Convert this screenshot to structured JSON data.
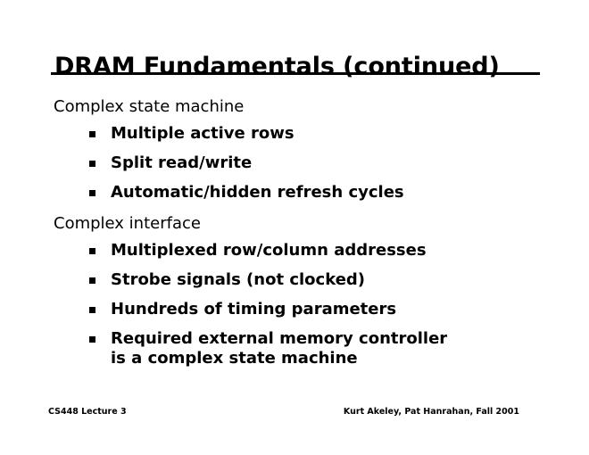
{
  "slide": {
    "title": "DRAM Fundamentals (continued)",
    "background_color": "#ffffff",
    "text_color": "#000000",
    "rule_color": "#000000",
    "bullet_marker_icon": "filled-square-bullet-icon",
    "sections": [
      {
        "heading": "Complex state machine",
        "bullets": [
          "Multiple active rows",
          "Split read/write",
          "Automatic/hidden refresh cycles"
        ]
      },
      {
        "heading": "Complex interface",
        "bullets": [
          "Multiplexed row/column addresses",
          "Strobe signals (not clocked)",
          "Hundreds of timing parameters",
          "Required external memory controller is a complex state machine"
        ]
      }
    ],
    "footer": {
      "left": "CS448 Lecture 3",
      "right": "Kurt Akeley, Pat Hanrahan, Fall 2001"
    }
  }
}
